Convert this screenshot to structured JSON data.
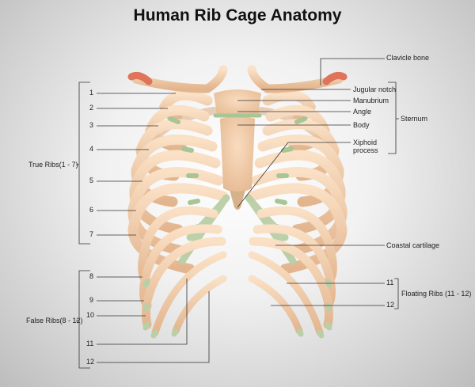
{
  "title": "Human Rib Cage Anatomy",
  "labels": {
    "clavicle": "Clavicle bone",
    "jugular": "Jugular notch",
    "manubrium": "Manubrium",
    "angle": "Angle",
    "body": "Body",
    "xiphoid_1": "Xiphoid",
    "xiphoid_2": "process",
    "sternum": "Sternum",
    "coastal": "Coastal cartilage",
    "true_ribs": "True Ribs(1 - 7)",
    "false_ribs": "False Ribs(8 - 12)",
    "floating_ribs": "Floating Ribs (11 - 12)"
  },
  "rib_numbers_left": [
    "1",
    "2",
    "3",
    "4",
    "5",
    "6",
    "7",
    "8",
    "9",
    "10",
    "11",
    "12"
  ],
  "rib_numbers_right": [
    "11",
    "12"
  ],
  "colors": {
    "bone": "#f0c9a3",
    "cartilage": "#b9cfa6",
    "line": "#333333",
    "clavicle_tip": "#e0745a"
  }
}
